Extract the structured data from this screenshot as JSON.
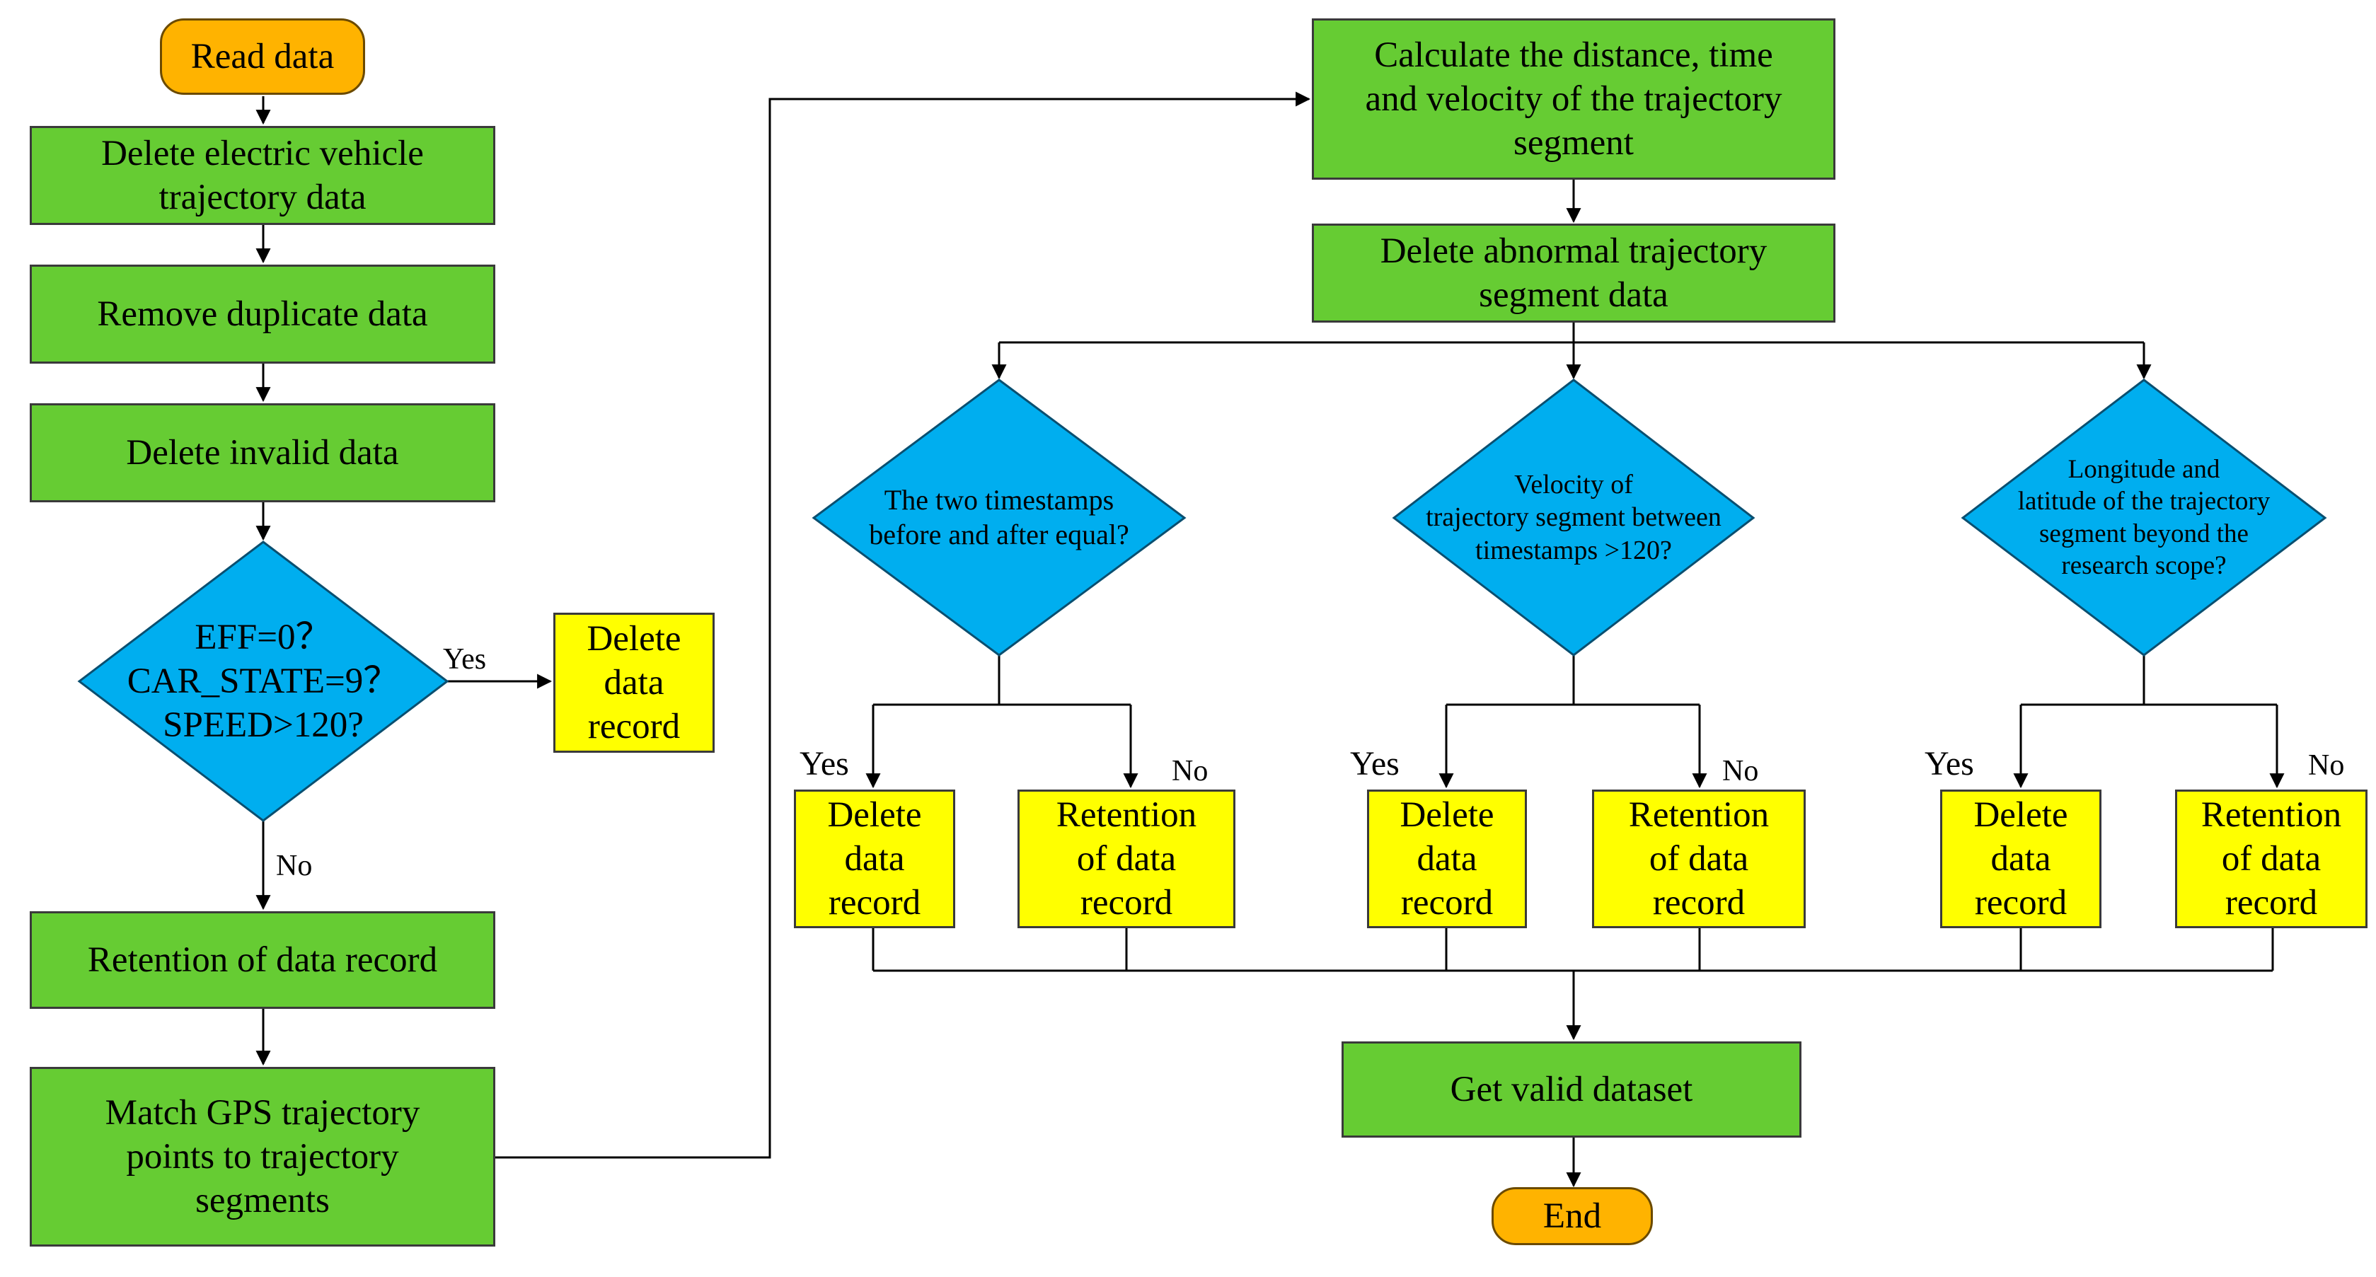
{
  "nodes": {
    "read_data": "Read data",
    "delete_ev": "Delete electric vehicle\ntrajectory data",
    "remove_dup": "Remove duplicate data",
    "delete_invalid": "Delete invalid data",
    "check_fields": "EFF=0？\nCAR_STATE=9？\nSPEED>120?",
    "delete_record_1": "Delete\ndata\nrecord",
    "retention_1": "Retention of data record",
    "match_gps": "Match GPS trajectory\npoints to trajectory\nsegments",
    "calc": "Calculate the distance, time\nand velocity of the trajectory\nsegment",
    "delete_abnormal": "Delete abnormal trajectory\nsegment data",
    "check_timestamps": "The two timestamps\nbefore and after equal?",
    "check_velocity": "Velocity of\ntrajectory segment between\ntimestamps >120?",
    "check_longlat": "Longitude and\nlatitude of the trajectory\nsegment beyond the\nresearch scope?",
    "delete_a": "Delete\ndata\nrecord",
    "retain_a": "Retention\nof data\nrecord",
    "delete_b": "Delete\ndata\nrecord",
    "retain_b": "Retention\nof data\nrecord",
    "delete_c": "Delete\ndata\nrecord",
    "retain_c": "Retention\nof data\nrecord",
    "valid_dataset": "Get valid dataset",
    "end": "End"
  },
  "labels": {
    "yes_main": "Yes",
    "no_main": "No",
    "yes_a": "Yes",
    "no_a": "No",
    "yes_b": "Yes",
    "no_b": "No",
    "yes_c": "Yes",
    "no_c": "No"
  },
  "colors": {
    "process": "#66CC33",
    "terminal": "#FFB300",
    "decision": "#00AEEF",
    "action": "#FFFF00",
    "line": "#000000"
  }
}
